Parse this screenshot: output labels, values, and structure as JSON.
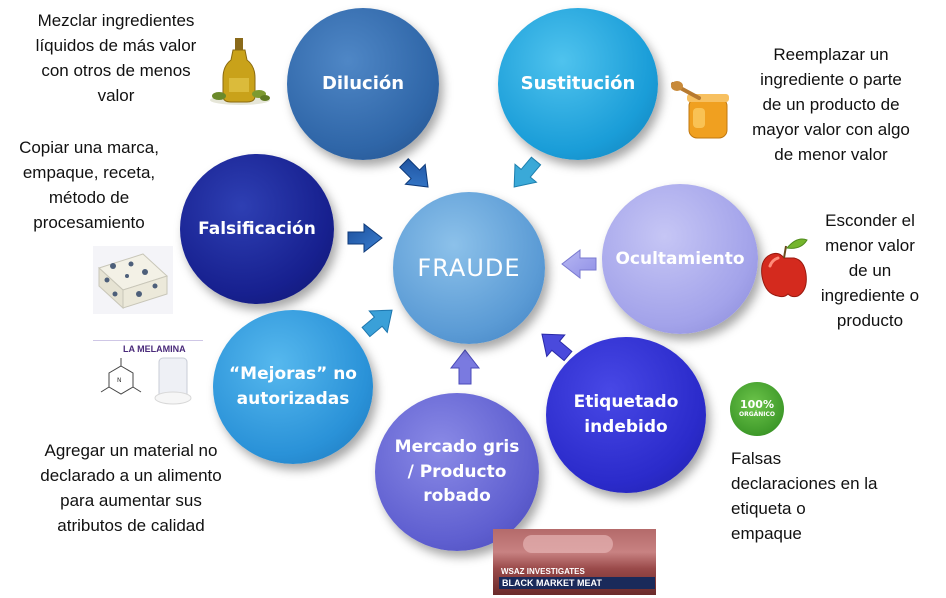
{
  "center": {
    "label": "FRAUDE"
  },
  "nodes": {
    "dilucion": {
      "label": "Dilución"
    },
    "sustitucion": {
      "label": "Sustitución"
    },
    "falsificacion": {
      "label": "Falsificación"
    },
    "ocultamiento": {
      "label": "Ocultamiento"
    },
    "mejoras": {
      "line1": "“Mejoras” no",
      "line2": "autorizadas"
    },
    "mercado": {
      "line1": "Mercado gris",
      "line2": "/ Producto",
      "line3": "robado"
    },
    "etiquetado": {
      "line1": "Etiquetado",
      "line2": "indebido"
    }
  },
  "descriptions": {
    "dilucion": [
      "Mezclar ingredientes",
      "líquidos de más valor",
      "con otros de menos",
      "valor"
    ],
    "sustitucion": [
      "Reemplazar un",
      "ingrediente o parte",
      "de un producto de",
      "mayor valor con algo",
      "de menor valor"
    ],
    "falsificacion": [
      "Copiar una marca,",
      "empaque, receta,",
      "método de",
      "procesamiento"
    ],
    "ocultamiento": [
      "Esconder el",
      "menor valor",
      "de un",
      "ingrediente o",
      "producto"
    ],
    "mejoras": [
      "Agregar un material no",
      "declarado a un alimento",
      "para aumentar sus",
      "atributos de calidad"
    ],
    "etiquetado": [
      "Falsas",
      "declaraciones en la",
      "etiqueta o",
      "empaque"
    ]
  },
  "images": {
    "melamina_title": "LA MELAMINA",
    "organic_line1": "100%",
    "organic_line2": "ORGÁNICO",
    "news_line1": "WSAZ INVESTIGATES",
    "news_line2": "BLACK MARKET MEAT"
  },
  "icons": {
    "oil": "olive-oil-bottle-icon",
    "honey": "honey-jar-icon",
    "cheese": "cheese-icon",
    "apple": "apple-icon",
    "melamine": "melamine-molecule-icon",
    "organic": "organic-badge-icon",
    "news": "news-screenshot-icon"
  }
}
